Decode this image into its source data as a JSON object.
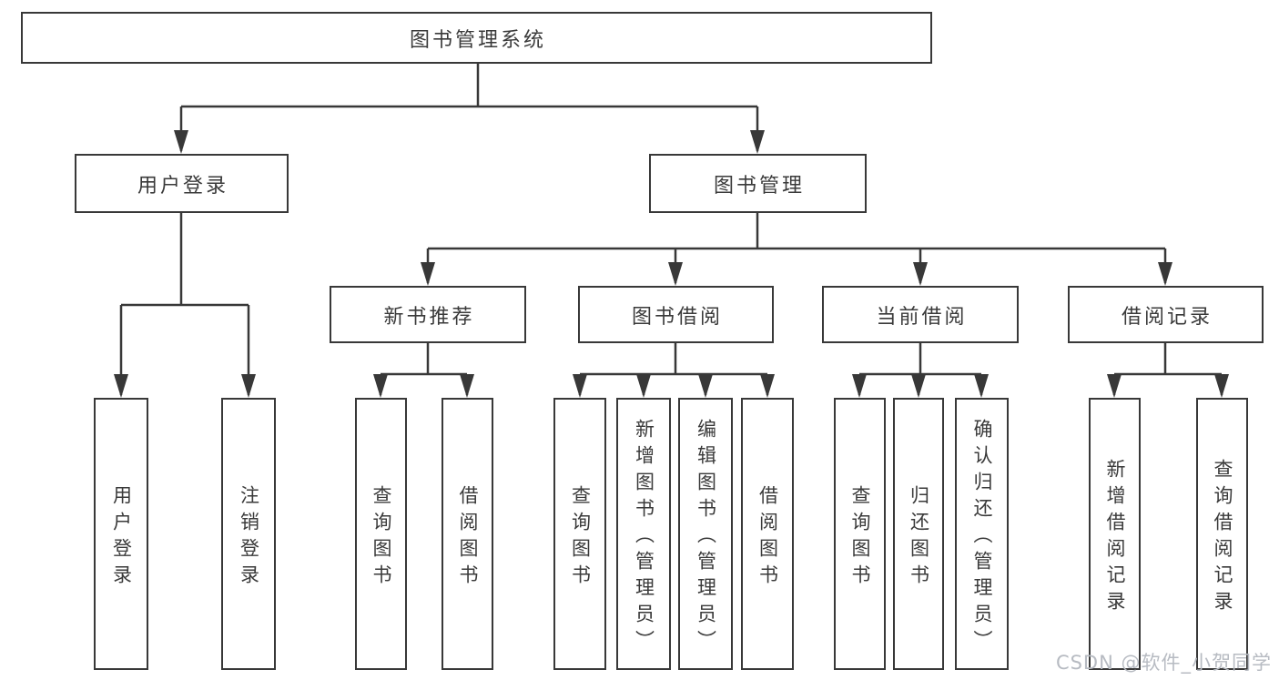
{
  "diagram": {
    "root": {
      "label": "图书管理系统"
    },
    "level2": [
      {
        "label": "用户登录"
      },
      {
        "label": "图书管理"
      }
    ],
    "level3": [
      {
        "label": "新书推荐"
      },
      {
        "label": "图书借阅"
      },
      {
        "label": "当前借阅"
      },
      {
        "label": "借阅记录"
      }
    ],
    "leaf_groups": [
      {
        "parent": "用户登录",
        "items": [
          {
            "label": "用户登录"
          },
          {
            "label": "注销登录"
          }
        ]
      },
      {
        "parent": "新书推荐",
        "items": [
          {
            "label": "查询图书"
          },
          {
            "label": "借阅图书"
          }
        ]
      },
      {
        "parent": "图书借阅",
        "items": [
          {
            "label": "查询图书"
          },
          {
            "label": "新增图书（管理员）"
          },
          {
            "label": "编辑图书（管理员）"
          },
          {
            "label": "借阅图书"
          }
        ]
      },
      {
        "parent": "当前借阅",
        "items": [
          {
            "label": "查询图书"
          },
          {
            "label": "归还图书"
          },
          {
            "label": "确认归还（管理员）"
          }
        ]
      },
      {
        "parent": "借阅记录",
        "items": [
          {
            "label": "新增借阅记录"
          },
          {
            "label": "查询借阅记录"
          }
        ]
      }
    ]
  },
  "watermark": {
    "text": "CSDN @软件_小贺同学"
  },
  "colors": {
    "line": "#383838",
    "text": "#3a3a3a",
    "watermark": "#b7bbc2",
    "background": "#ffffff"
  }
}
